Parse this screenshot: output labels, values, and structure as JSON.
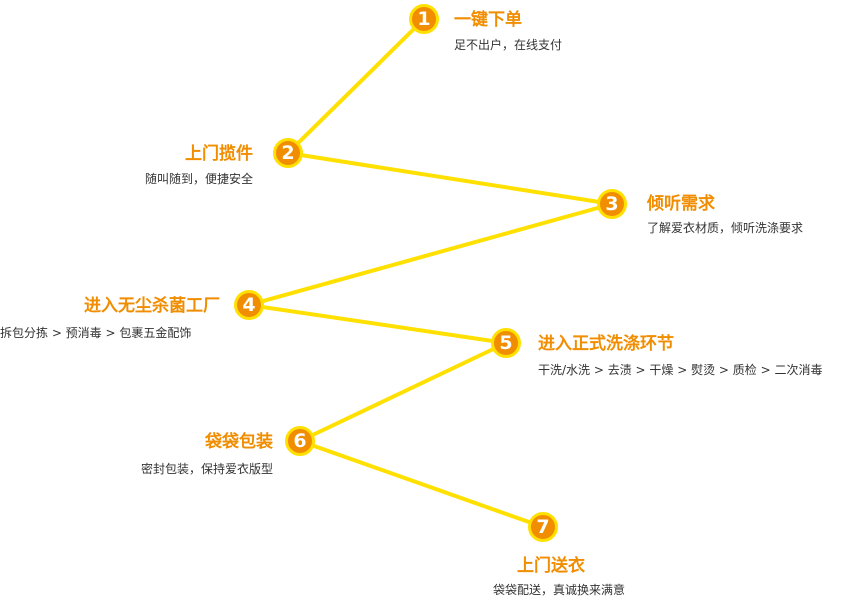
{
  "steps": [
    {
      "num": "1",
      "title": "一键下单",
      "desc": "足不出户，在线支付"
    },
    {
      "num": "2",
      "title": "上门揽件",
      "desc": "随叫随到，便捷安全"
    },
    {
      "num": "3",
      "title": "倾听需求",
      "desc": "了解爱衣材质，倾听洗涤要求"
    },
    {
      "num": "4",
      "title": "进入无尘杀菌工厂",
      "desc": "拆包分拣 > 预消毒 > 包裹五金配饰"
    },
    {
      "num": "5",
      "title": "进入正式洗涤环节",
      "desc": "干洗/水洗 > 去渍 > 干燥 > 熨烫 > 质检 > 二次消毒"
    },
    {
      "num": "6",
      "title": "袋袋包装",
      "desc": "密封包装，保持爱衣版型"
    },
    {
      "num": "7",
      "title": "上门送衣",
      "desc": "袋袋配送，真诚换来满意"
    }
  ],
  "colors": {
    "line": "#ffe000",
    "node": "#f18d00",
    "title": "#f18d00",
    "desc": "#333333"
  }
}
